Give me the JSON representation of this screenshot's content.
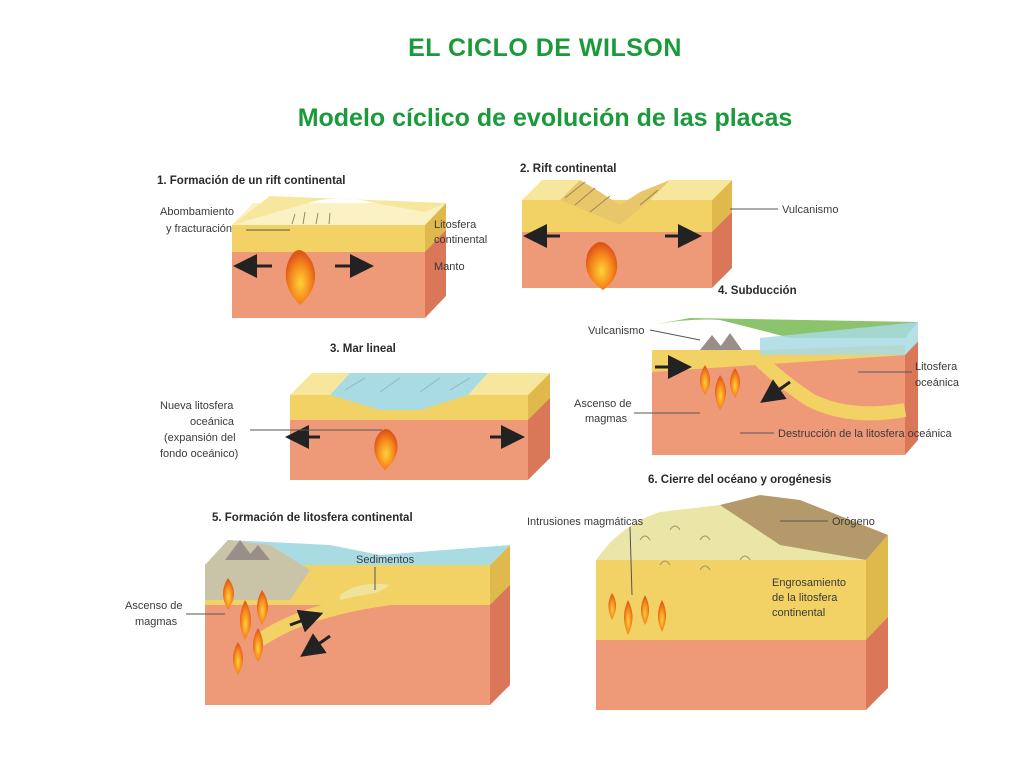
{
  "header": {
    "title": "EL CICLO DE WILSON",
    "subtitle": "Modelo cíclico de evolución de las placas"
  },
  "stages": {
    "s1": {
      "caption": "1. Formación de un rift continental",
      "label_a1": "Abombamiento",
      "label_a2": "y fracturación",
      "label_b1": "Litosfera",
      "label_b2": "continental",
      "label_c": "Manto"
    },
    "s2": {
      "caption": "2. Rift continental",
      "label_a": "Vulcanismo"
    },
    "s3": {
      "caption": "3. Mar lineal",
      "label_a1": "Nueva litosfera",
      "label_a2": "oceánica",
      "label_a3": "(expansión del",
      "label_a4": "fondo oceánico)"
    },
    "s4": {
      "caption": "4. Subducción",
      "label_a": "Vulcanismo",
      "label_b1": "Litosfera",
      "label_b2": "oceánica",
      "label_c1": "Ascenso de",
      "label_c2": "magmas",
      "label_d": "Destrucción de la litosfera oceánica"
    },
    "s5": {
      "caption": "5. Formación de litosfera continental",
      "label_a": "Sedimentos",
      "label_b1": "Ascenso de",
      "label_b2": "magmas"
    },
    "s6": {
      "caption": "6. Cierre del océano y orogénesis",
      "label_a": "Intrusiones magmáticas",
      "label_b": "Orógeno",
      "label_c1": "Engrosamiento",
      "label_c2": "de la litosfera",
      "label_c3": "continental"
    }
  },
  "colors": {
    "title": "#1a9a3a",
    "crust": "#f2d264",
    "crust_top": "#f7e79c",
    "mantle": "#ee9a78",
    "mantle_side": "#d97758",
    "magma": "#f07a1c",
    "ocean": "#a9dbe3",
    "vegetation": "#8cc46e"
  }
}
